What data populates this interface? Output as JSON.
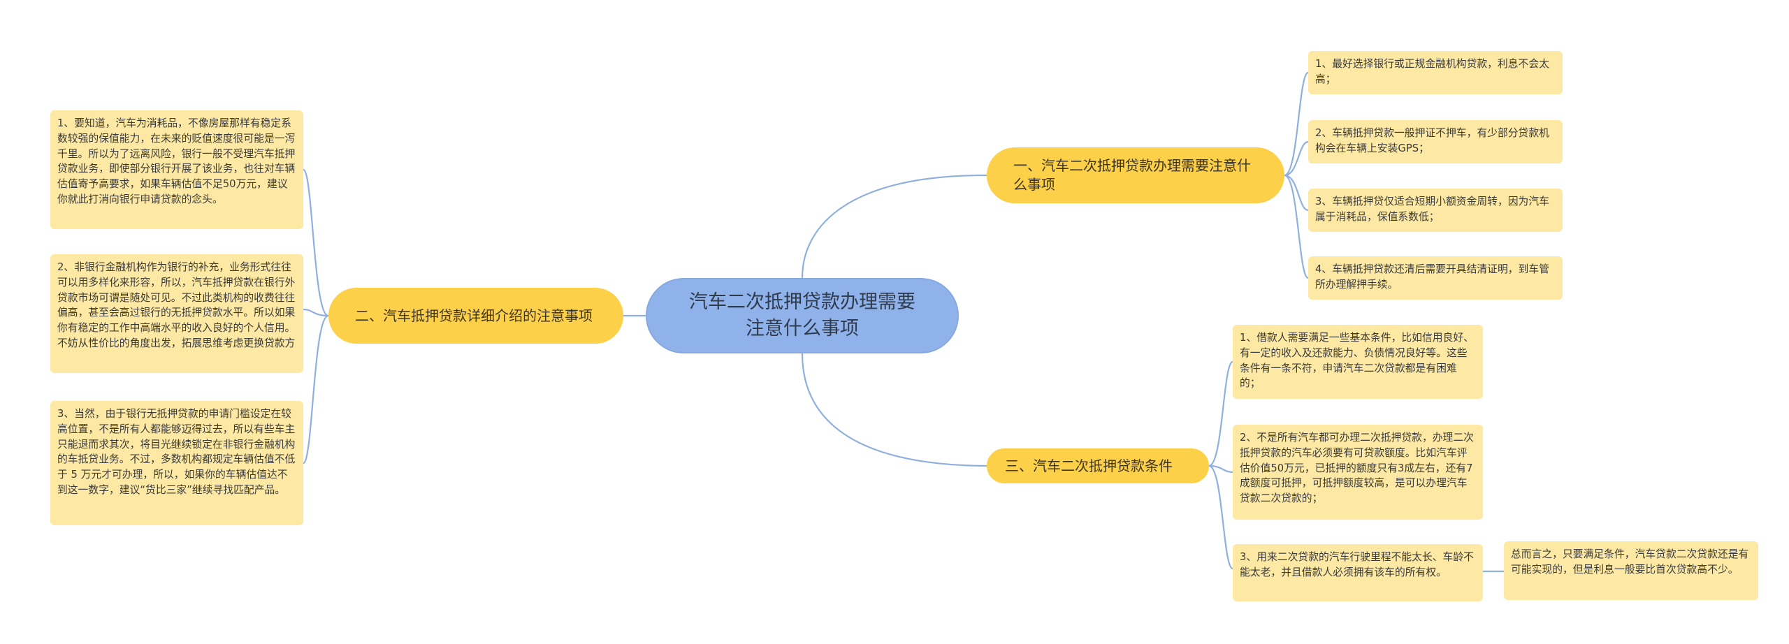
{
  "root": {
    "title": "汽车二次抵押贷款办理需要注意什么事项"
  },
  "branches": {
    "b1": {
      "label": "一、汽车二次抵押贷款办理需要注意什么事项",
      "items": [
        "1、最好选择银行或正规金融机构贷款，利息不会太高；",
        "2、车辆抵押贷款一般押证不押车，有少部分贷款机构会在车辆上安装GPS；",
        "3、车辆抵押贷仅适合短期小额资金周转，因为汽车属于消耗品，保值系数低；",
        "4、车辆抵押贷款还清后需要开具结清证明，到车管所办理解押手续。"
      ]
    },
    "b2": {
      "label": "二、汽车抵押贷款详细介绍的注意事项",
      "items": [
        "1、要知道，汽车为消耗品，不像房屋那样有稳定系数较强的保值能力，在未来的贬值速度很可能是一泻千里。所以为了远离风险，银行一般不受理汽车抵押贷款业务，即使部分银行开展了该业务，也往对车辆估值寄予高要求，如果车辆估值不足50万元，建议你就此打消向银行申请贷款的念头。",
        "2、非银行金融机构作为银行的补充，业务形式往往可以用多样化来形容，所以，汽车抵押贷款在银行外贷款市场可谓是随处可见。不过此类机构的收费往往偏高，甚至会高过银行的无抵押贷款水平。所以如果你有稳定的工作中高端水平的收入良好的个人信用。不妨从性价比的角度出发，拓展思维考虑更换贷款方",
        "3、当然，由于银行无抵押贷款的申请门槛设定在较高位置，不是所有人都能够迈得过去，所以有些车主只能退而求其次，将目光继续锁定在非银行金融机构的车抵贷业务。不过，多数机构都规定车辆估值不低于 5 万元才可办理，所以，如果你的车辆估值达不到这一数字，建议“货比三家”继续寻找匹配产品。"
      ]
    },
    "b3": {
      "label": "三、汽车二次抵押贷款条件",
      "items": [
        "1、借款人需要满足一些基本条件，比如信用良好、有一定的收入及还款能力、负债情况良好等。这些条件有一条不符，申请汽车二次贷款都是有困难的；",
        "2、不是所有汽车都可办理二次抵押贷款，办理二次抵押贷款的汽车必须要有可贷款额度。比如汽车评估价值50万元，已抵押的额度只有3成左右，还有7成额度可抵押，可抵押额度较高，是可以办理汽车贷款二次贷款的；",
        "3、用来二次贷款的汽车行驶里程不能太长、车龄不能太老，并且借款人必须拥有该车的所有权。"
      ],
      "note": "总而言之，只要满足条件，汽车贷款二次贷款还是有可能实现的，但是利息一般要比首次贷款高不少。"
    }
  },
  "colors": {
    "root_fill": "#8fb2ea",
    "branch_fill": "#fdd04a",
    "leaf_fill": "#fde9a4",
    "connector": "#8fb0dd"
  }
}
